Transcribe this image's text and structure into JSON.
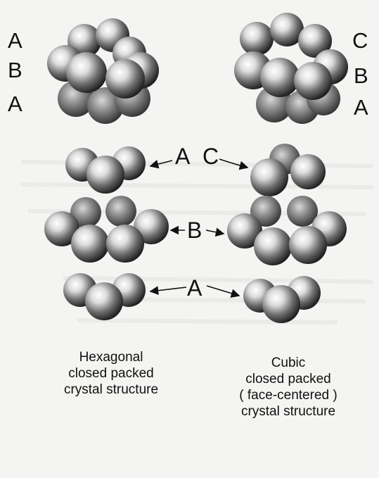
{
  "stack_labels": {
    "hcp": [
      "A",
      "B",
      "A"
    ],
    "ccp": [
      "C",
      "B",
      "A"
    ]
  },
  "layer_labels": {
    "top": "A",
    "top_right": "C",
    "middle": "B",
    "bottom": "A"
  },
  "captions": {
    "hcp": [
      "Hexagonal",
      "closed packed",
      "crystal structure"
    ],
    "ccp": [
      "Cubic",
      "closed packed",
      "( face-centered )",
      "crystal structure"
    ]
  },
  "colors": {
    "background": "#f4f4f2",
    "sphere_light": "#ffffff",
    "sphere_dark": "#1a1a1a",
    "text": "#111111"
  }
}
